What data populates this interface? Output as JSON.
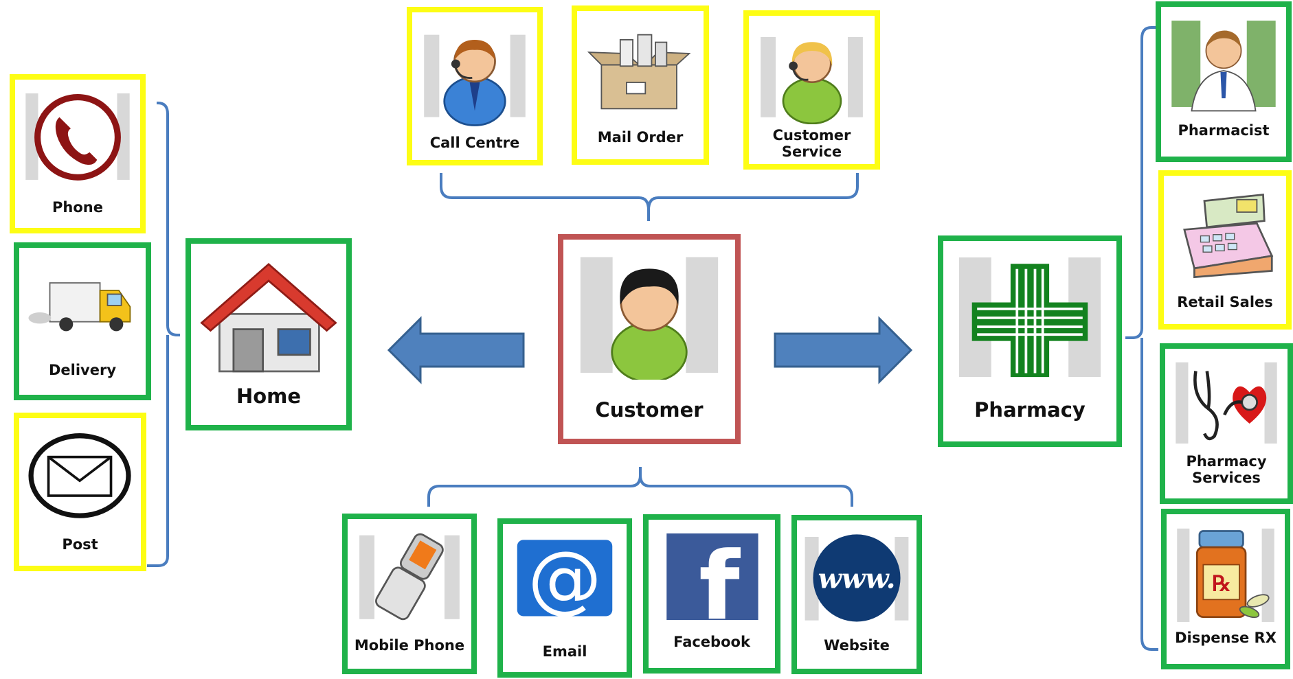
{
  "colors": {
    "yellow_border": "#fdfd14",
    "green_border": "#1fb24a",
    "red_border": "#c05454",
    "bracket": "#4a7dbf",
    "arrow_fill": "#4f81bd",
    "arrow_stroke": "#35608f"
  },
  "center": {
    "label": "Customer",
    "icon": "customer-icon"
  },
  "left_target": {
    "label": "Home",
    "icon": "house-icon"
  },
  "right_target": {
    "label": "Pharmacy",
    "icon": "pharmacy-cross-icon"
  },
  "top_channels": [
    {
      "label": "Call Centre",
      "icon": "call-centre-agent-icon",
      "border": "yellow"
    },
    {
      "label": "Mail Order",
      "icon": "parcel-box-icon",
      "border": "yellow"
    },
    {
      "label": "Customer\nService",
      "icon": "customer-service-agent-icon",
      "border": "yellow"
    }
  ],
  "bottom_channels": [
    {
      "label": "Mobile Phone",
      "icon": "mobile-phone-icon",
      "border": "green"
    },
    {
      "label": "Email",
      "icon": "email-at-icon",
      "border": "green"
    },
    {
      "label": "Facebook",
      "icon": "facebook-icon",
      "border": "green"
    },
    {
      "label": "Website",
      "icon": "website-www-icon",
      "border": "green"
    }
  ],
  "home_channels": [
    {
      "label": "Phone",
      "icon": "phone-handset-icon",
      "border": "yellow"
    },
    {
      "label": "Delivery",
      "icon": "delivery-truck-icon",
      "border": "green"
    },
    {
      "label": "Post",
      "icon": "envelope-icon",
      "border": "yellow"
    }
  ],
  "pharmacy_channels": [
    {
      "label": "Pharmacist",
      "icon": "pharmacist-icon",
      "border": "green"
    },
    {
      "label": "Retail Sales",
      "icon": "cash-register-icon",
      "border": "yellow"
    },
    {
      "label": "Pharmacy\nServices",
      "icon": "stethoscope-heart-icon",
      "border": "green"
    },
    {
      "label": "Dispense RX",
      "icon": "prescription-bottle-icon",
      "border": "green"
    }
  ]
}
